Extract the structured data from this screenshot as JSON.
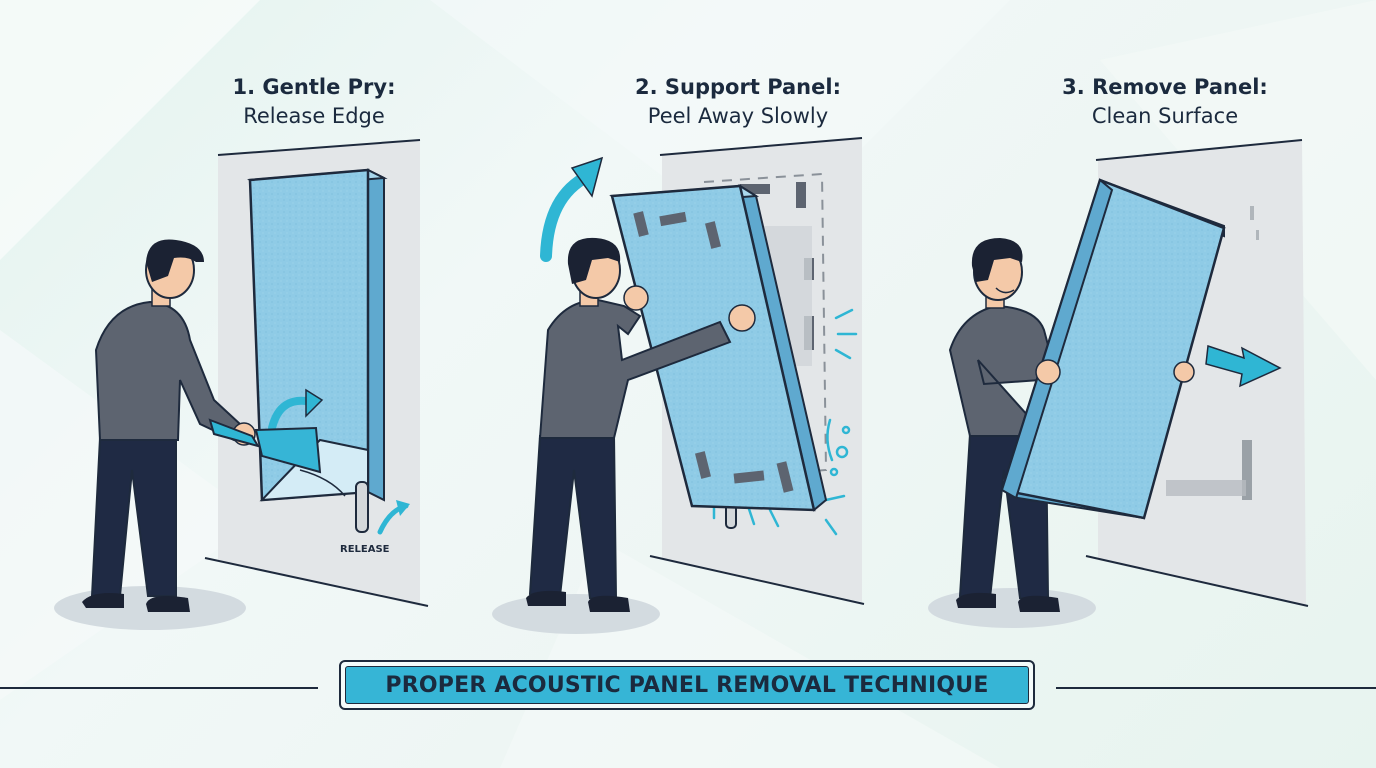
{
  "steps": [
    {
      "title": "1. Gentle Pry:",
      "subtitle": "Release Edge",
      "wall_label": "RELEASE"
    },
    {
      "title": "2. Support Panel:",
      "subtitle": "Peel Away Slowly"
    },
    {
      "title": "3. Remove Panel:",
      "subtitle": "Clean Surface"
    }
  ],
  "banner": {
    "text": "PROPER ACOUSTIC PANEL REMOVAL TECHNIQUE"
  },
  "colors": {
    "background": "#e9f5f2",
    "panel": "#8fcbe6",
    "panel_edge": "#5fa9cf",
    "accent": "#2fb6d4",
    "shirt": "#5d6470",
    "pants": "#1f2a44",
    "skin": "#f4c9a8",
    "hair": "#1b2233",
    "outline": "#1e2a3d",
    "wall": "#e6e8ea"
  }
}
